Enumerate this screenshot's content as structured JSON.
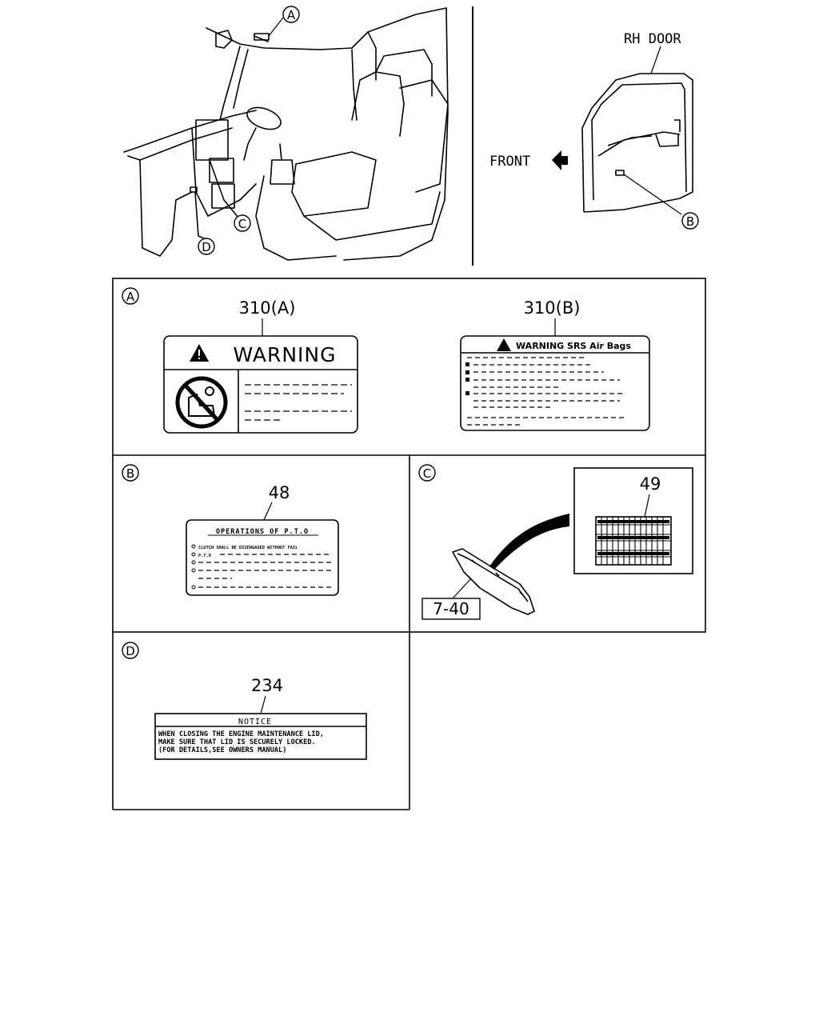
{
  "callouts": {
    "a": "A",
    "b": "B",
    "c": "C",
    "d": "D"
  },
  "door": {
    "title": "RH DOOR",
    "front_label": "FRONT"
  },
  "panel_a": {
    "left_part": "310(A)",
    "left_warning": "WARNING",
    "right_part": "310(B)",
    "right_warning": "WARNING SRS Air Bags"
  },
  "panel_b": {
    "part": "48",
    "title": "OPERATIONS OF P.T.O",
    "line1": "CLUTCH SHALL BE DISENGAGED WITHOUT FAIL",
    "line2": "P.T.O"
  },
  "panel_c": {
    "part_label": "49",
    "ref_label": "7-40"
  },
  "panel_d": {
    "part": "234",
    "title": "NOTICE",
    "line1": "WHEN CLOSING THE ENGINE MAINTENANCE LID,",
    "line2": "MAKE SURE THAT LID IS SECURELY LOCKED.",
    "line3": "(FOR DETAILS,SEE OWNERS MANUAL)"
  }
}
